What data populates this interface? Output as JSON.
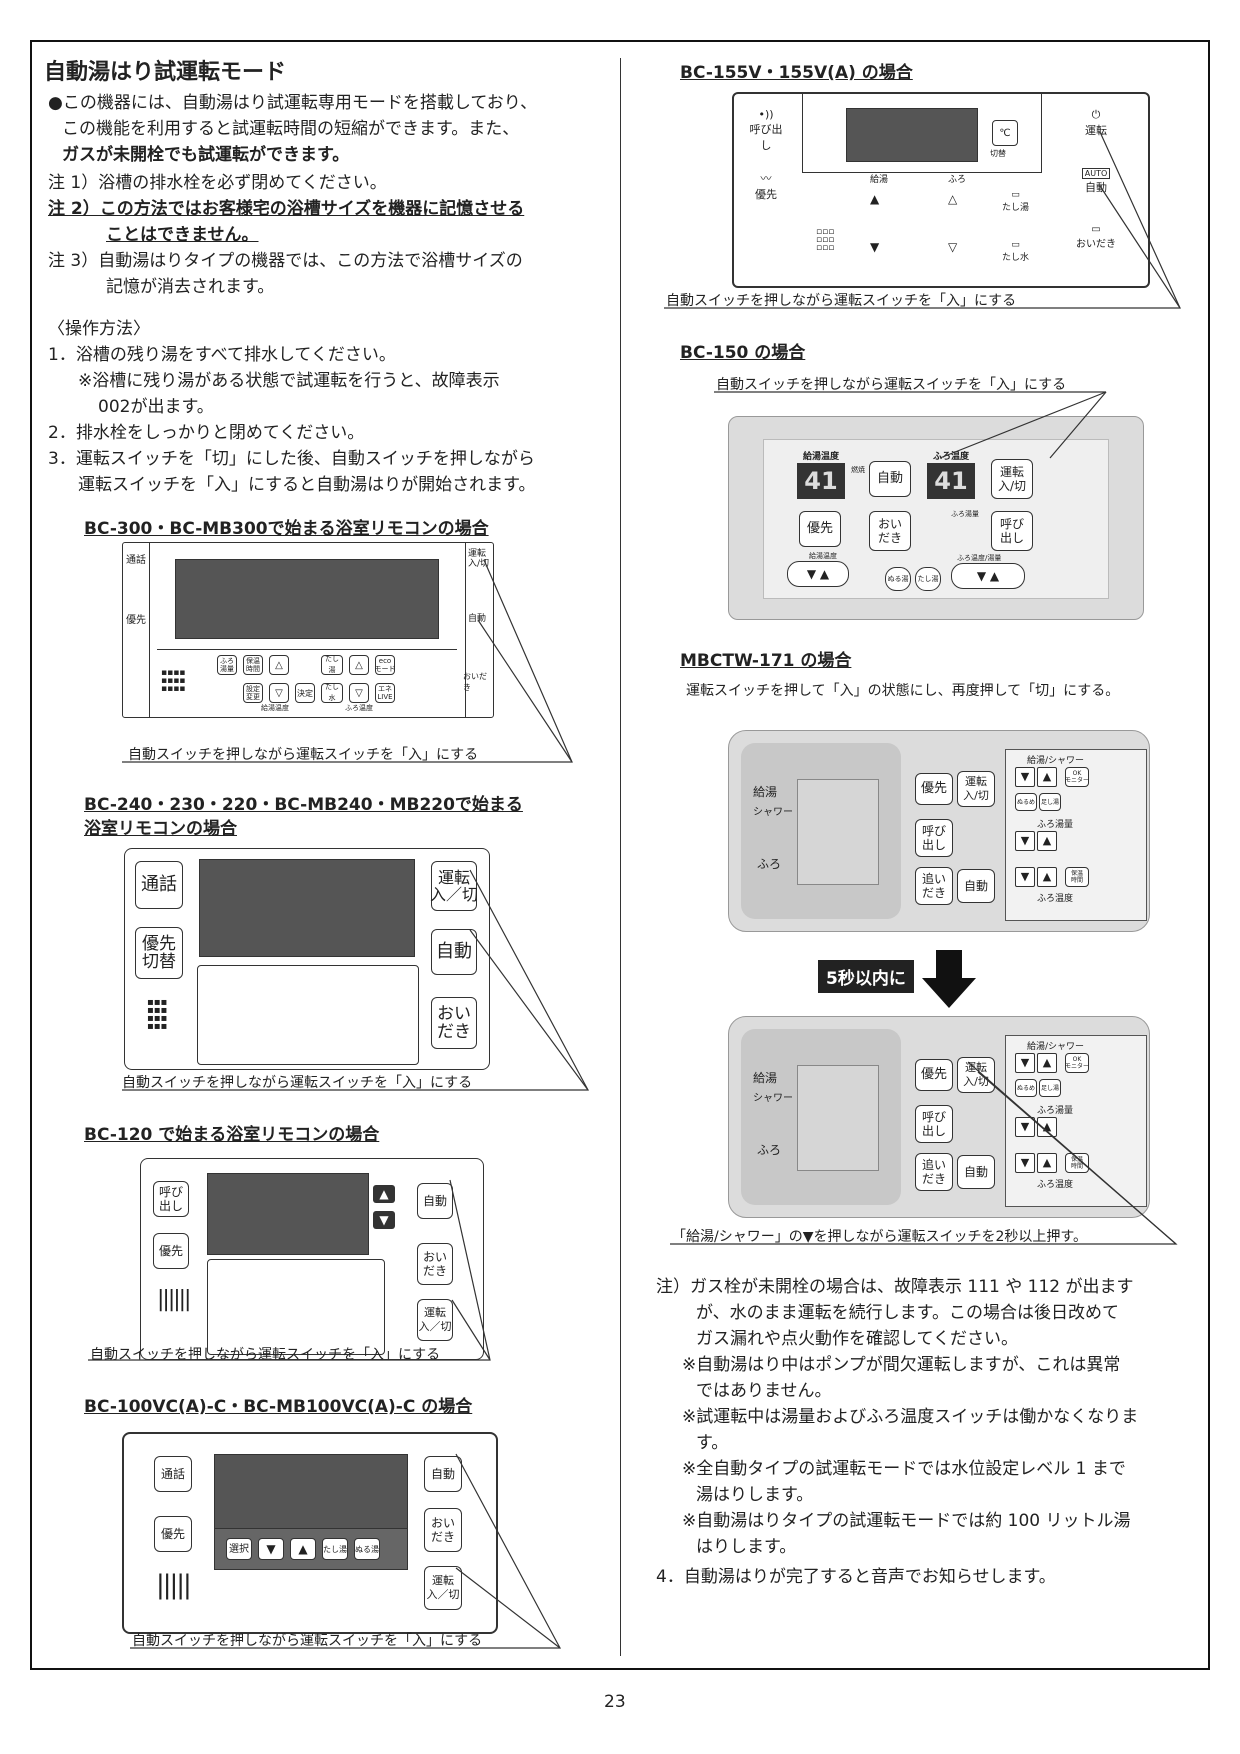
{
  "page_number": "23",
  "left": {
    "title": "自動湯はり試運転モード",
    "intro": [
      "●この機器には、自動湯はり試運転専用モードを搭載しており、",
      "この機能を利用すると試運転時間の短縮ができます。また、",
      "ガスが未開栓でも試運転ができます。"
    ],
    "notes": [
      "注 1）浴槽の排水栓を必ず閉めてください。",
      "注 2）この方法ではお客様宅の浴槽サイズを機器に記憶させる",
      "ことはできません。",
      "注 3）自動湯はりタイプの機器では、この方法で浴槽サイズの",
      "記憶が消去されます。"
    ],
    "procedure_heading": "〈操作方法〉",
    "steps": [
      "1．浴槽の残り湯をすべて排水してください。",
      "※浴槽に残り湯がある状態で試運転を行うと、故障表示",
      "002が出ます。",
      "2．排水栓をしっかりと閉めてください。",
      "3．運転スイッチを「切」にした後、自動スイッチを押しながら",
      "運転スイッチを「入」にすると自動湯はりが開始されます。"
    ],
    "sec1": {
      "title": "BC-300・BC-MB300で始まる浴室リモコンの場合",
      "caption": "自動スイッチを押しながら運転スイッチを「入」にする",
      "labels": {
        "call": "通話",
        "prio": "優先",
        "run": "運転\n入/切",
        "auto": "自動",
        "oidaki": "おいだき",
        "k1": "ふろ\n湯量",
        "k2": "保温\n時間",
        "k3": "たし湯",
        "k4": "eco\nモード",
        "k5": "設定\n変更",
        "k6": "決定",
        "k7": "たし水",
        "k8": "エネ\nLIVE",
        "kl1": "給湯温度",
        "kl2": "ふろ温度"
      }
    },
    "sec2": {
      "title1": "BC-240・230・220・BC-MB240・MB220で始まる",
      "title2": "浴室リモコンの場合",
      "caption": "自動スイッチを押しながら運転スイッチを「入」にする",
      "labels": {
        "call": "通話",
        "prio": "優先\n切替",
        "run": "運転\n入／切",
        "auto": "自動",
        "oidaki": "おい\nだき"
      }
    },
    "sec3": {
      "title": "BC-120 で始まる浴室リモコンの場合",
      "caption": "自動スイッチを押しながら運転スイッチを「入」にする",
      "labels": {
        "call": "呼び\n出し",
        "prio": "優先",
        "auto": "自動",
        "oidaki": "おい\nだき",
        "run": "運転\n入／切"
      }
    },
    "sec4": {
      "title": "BC-100VC(A)-C・BC-MB100VC(A)-C の場合",
      "caption": "自動スイッチを押しながら運転スイッチを「入」にする",
      "labels": {
        "call": "通話",
        "prio": "優先",
        "auto": "自動",
        "oidaki": "おい\nだき",
        "run": "運転\n入／切",
        "k1": "選択",
        "k4": "たし湯",
        "k5": "ぬる湯"
      }
    }
  },
  "right": {
    "sec5": {
      "title": "BC-155V・155V(A) の場合",
      "caption": "自動スイッチを押しながら運転スイッチを「入」にする",
      "labels": {
        "call": "呼び出し",
        "prio": "優先",
        "run": "運転",
        "auto": "自動",
        "oidaki": "おいだき",
        "kyuto": "給湯",
        "furo": "ふろ",
        "tashiyu": "たし湯",
        "tashimizu": "たし水",
        "switch": "切替",
        "auto_tag": "AUTO"
      }
    },
    "sec6": {
      "title": "BC-150 の場合",
      "caption": "自動スイッチを押しながら運転スイッチを「入」にする",
      "labels": {
        "kyuto_temp": "給湯温度",
        "furo_temp": "ふろ温度",
        "auto": "自動",
        "run": "運転\n入/切",
        "prio": "優先",
        "oidaki": "おい\nだき",
        "call": "呼び\n出し",
        "temp1": "41",
        "temp2": "41",
        "nuruyu": "ぬる湯",
        "tashiyu": "たし湯",
        "kyuto_temp2": "給湯温度",
        "furo_set": "ふろ温度/湯量",
        "burn": "燃焼",
        "furo_sub": "ふろ湯量"
      }
    },
    "sec7": {
      "title": "MBCTW-171 の場合",
      "caption": "運転スイッチを押して「入」の状態にし、再度押して「切」にする。",
      "arrow_label": "5秒以内に",
      "caption2": "「給湯/シャワー」の▼を押しながら運転スイッチを2秒以上押す。",
      "labels": {
        "kyuto": "給湯",
        "shower": "シャワー",
        "furo": "ふろ",
        "prio": "優先",
        "run": "運転\n入/切",
        "call": "呼び\n出し",
        "oidaki": "追い\nだき",
        "auto": "自動",
        "group1": "給湯/シャワー",
        "group2": "ふろ湯量",
        "group3": "ふろ温度",
        "ok": "OK\nモニター",
        "nuruyu": "ぬるめ",
        "tashiyu": "足し湯",
        "hoon": "保温\n時間"
      }
    },
    "notes": [
      "注）ガス栓が未開栓の場合は、故障表示 111 や 112 が出ます",
      "が、水のまま運転を続行します。この場合は後日改めて",
      "ガス漏れや点火動作を確認してください。",
      "※自動湯はり中はポンプが間欠運転しますが、これは異常",
      "ではありません。",
      "※試運転中は湯量およびふろ温度スイッチは働かなくなりま",
      "す。",
      "※全自動タイプの試運転モードでは水位設定レベル 1 まで",
      "湯はりします。",
      "※自動湯はりタイプの試運転モードでは約 100 リットル湯",
      "はりします。",
      "4．自動湯はりが完了すると音声でお知らせします。"
    ]
  }
}
